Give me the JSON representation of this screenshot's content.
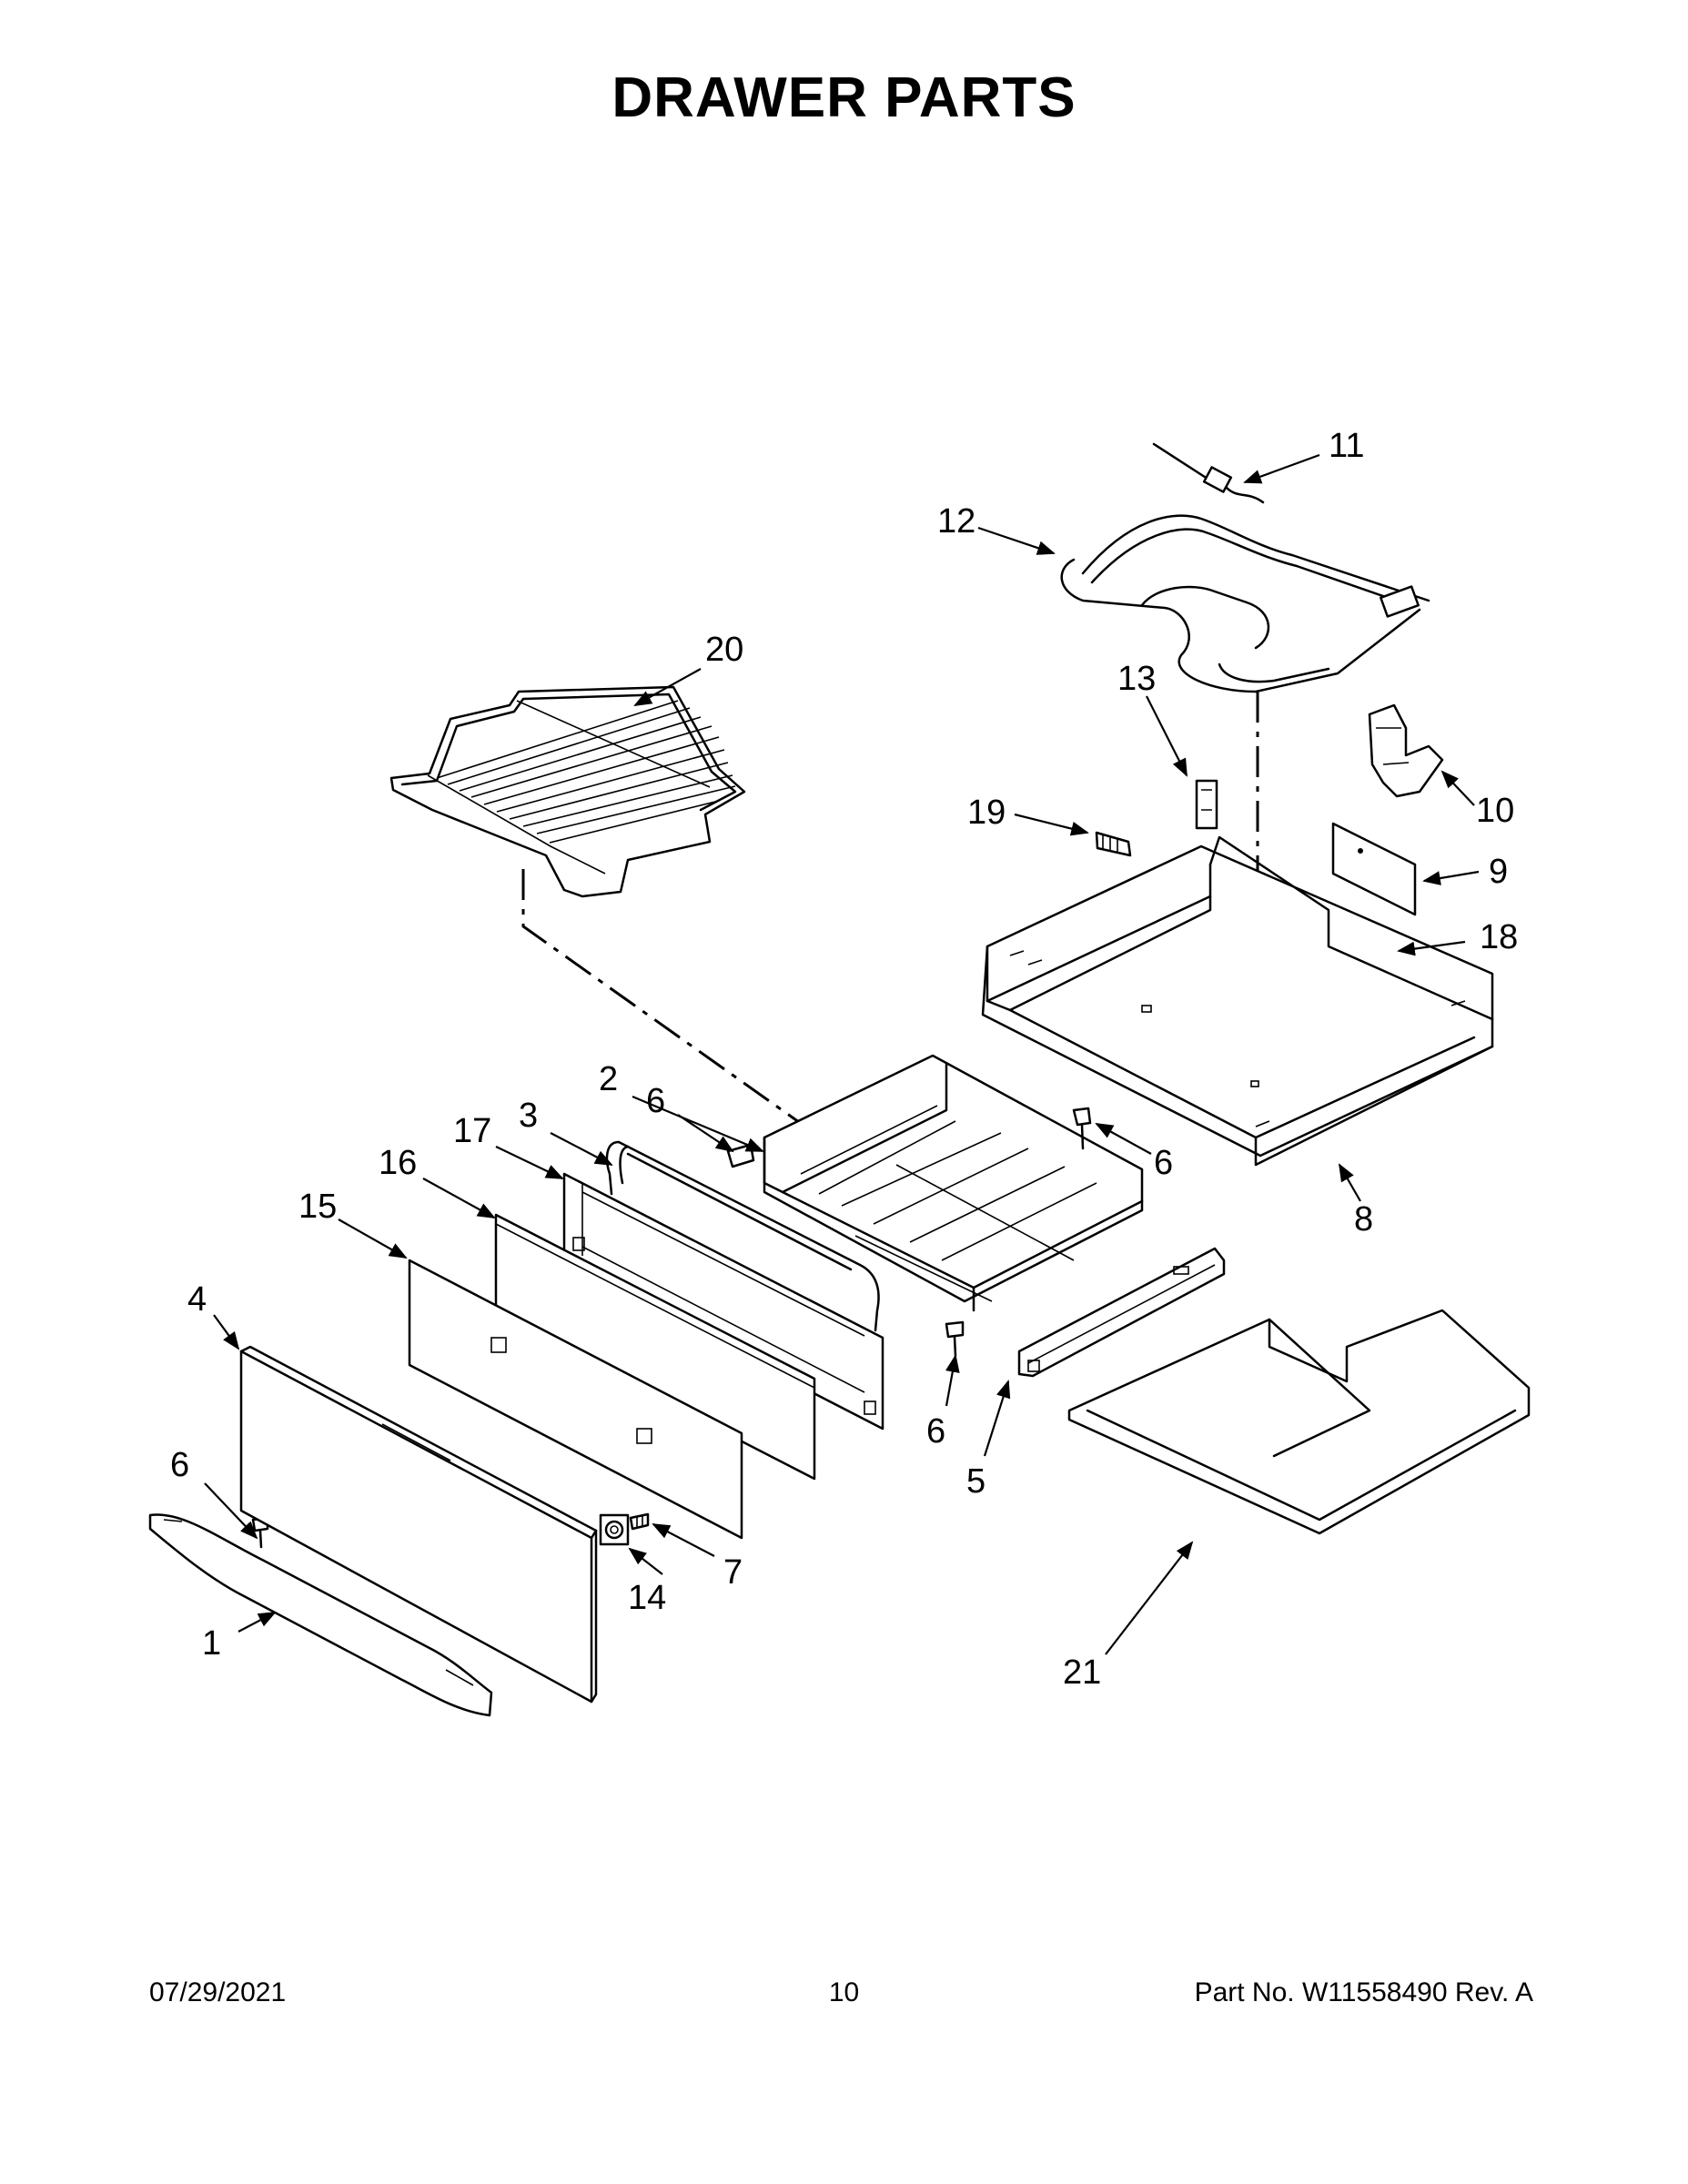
{
  "title": "DRAWER PARTS",
  "footer": {
    "date": "07/29/2021",
    "page": "10",
    "part": "Part No.  W11558490  Rev.  A"
  },
  "callouts": [
    {
      "id": "c1",
      "label": "1"
    },
    {
      "id": "c2",
      "label": "2"
    },
    {
      "id": "c3",
      "label": "3"
    },
    {
      "id": "c4",
      "label": "4"
    },
    {
      "id": "c5",
      "label": "5"
    },
    {
      "id": "c6a",
      "label": "6"
    },
    {
      "id": "c6b",
      "label": "6"
    },
    {
      "id": "c6c",
      "label": "6"
    },
    {
      "id": "c6d",
      "label": "6"
    },
    {
      "id": "c7",
      "label": "7"
    },
    {
      "id": "c8",
      "label": "8"
    },
    {
      "id": "c9",
      "label": "9"
    },
    {
      "id": "c10",
      "label": "10"
    },
    {
      "id": "c11",
      "label": "11"
    },
    {
      "id": "c12",
      "label": "12"
    },
    {
      "id": "c13",
      "label": "13"
    },
    {
      "id": "c14",
      "label": "14"
    },
    {
      "id": "c15",
      "label": "15"
    },
    {
      "id": "c16",
      "label": "16"
    },
    {
      "id": "c17",
      "label": "17"
    },
    {
      "id": "c18",
      "label": "18"
    },
    {
      "id": "c19",
      "label": "19"
    },
    {
      "id": "c20",
      "label": "20"
    },
    {
      "id": "c21",
      "label": "21"
    }
  ]
}
